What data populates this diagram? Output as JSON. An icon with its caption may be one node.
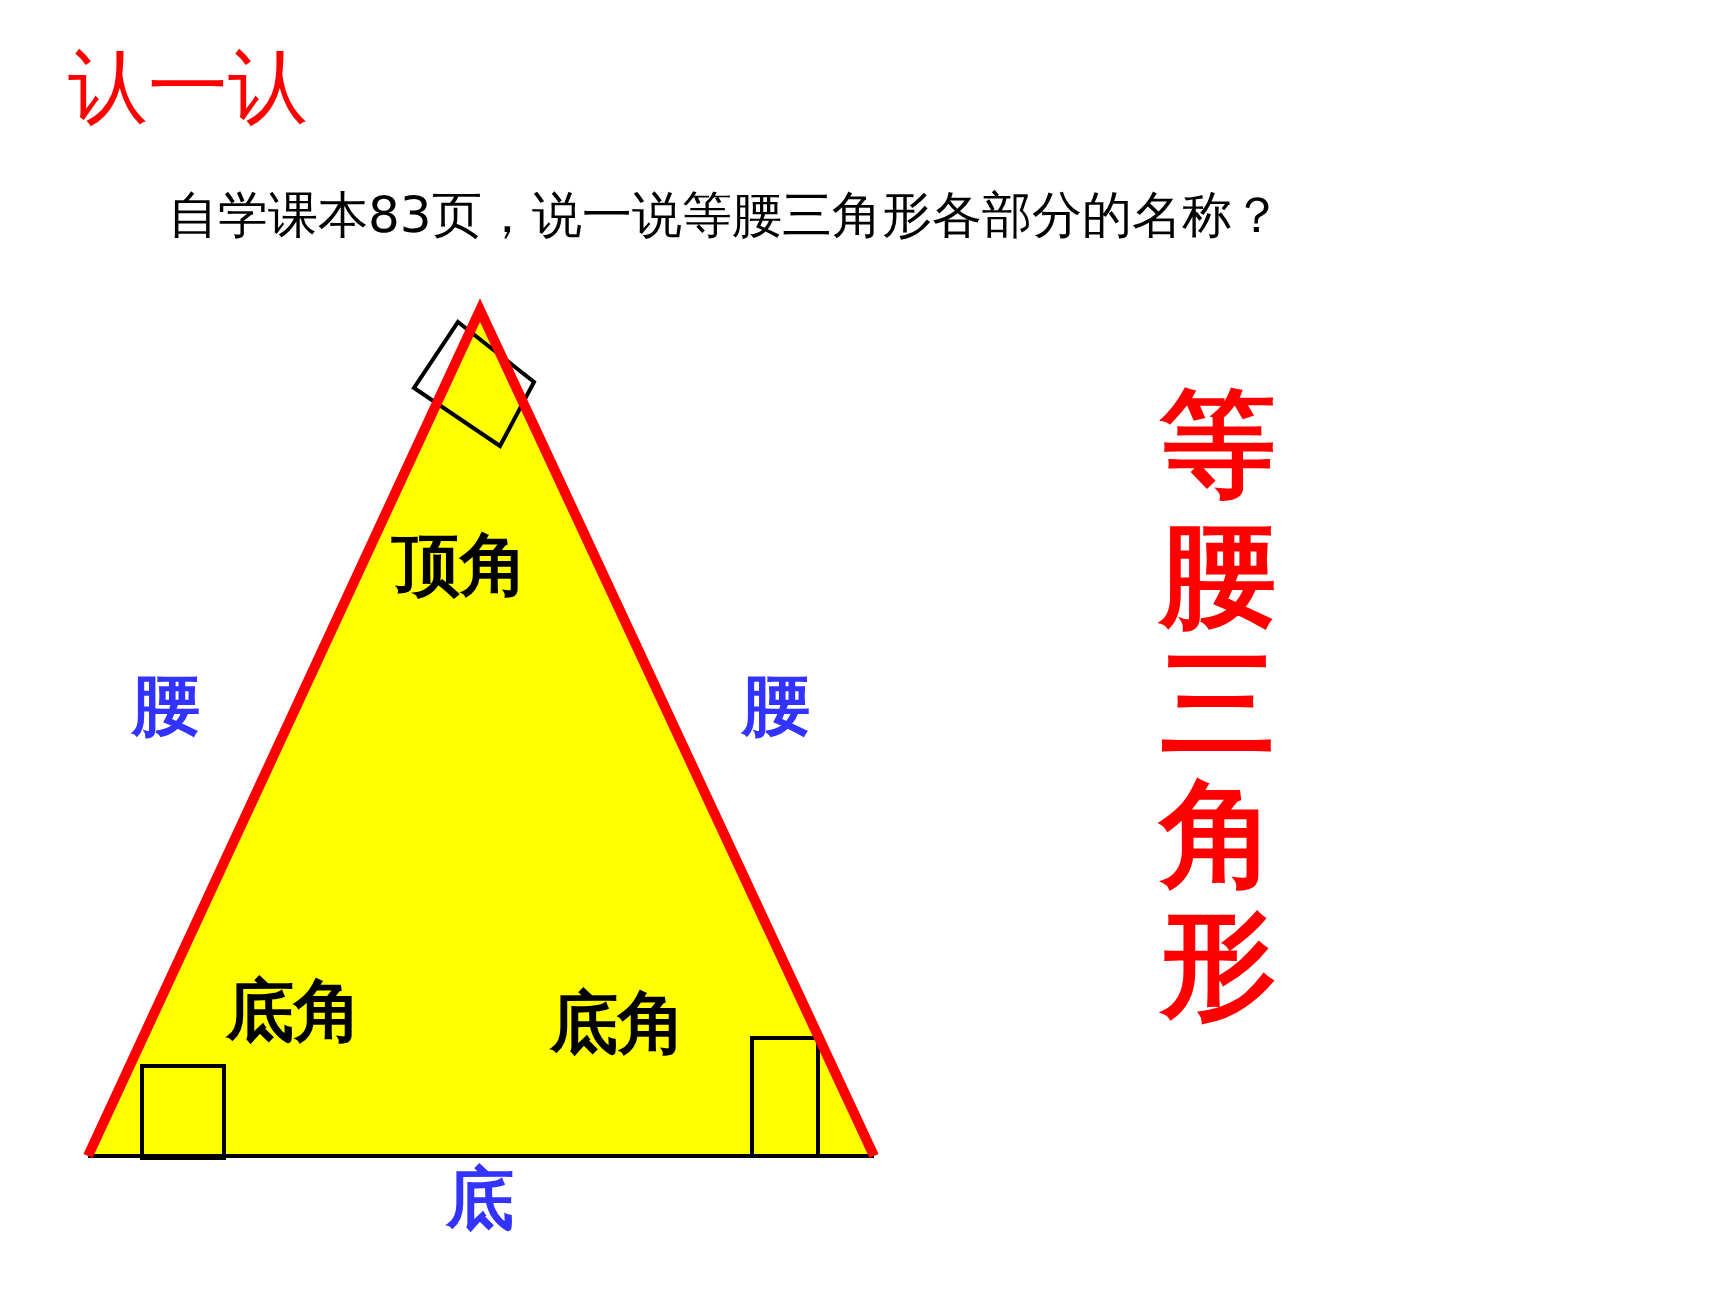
{
  "diagram": {
    "title": "认一认",
    "labels": [
      "自学课本83页，说一说等腰三角形各部分的名称？",
      "等腰三角形",
      "顶角",
      "腰",
      "腰",
      "底角",
      "底角",
      "底"
    ]
  }
}
